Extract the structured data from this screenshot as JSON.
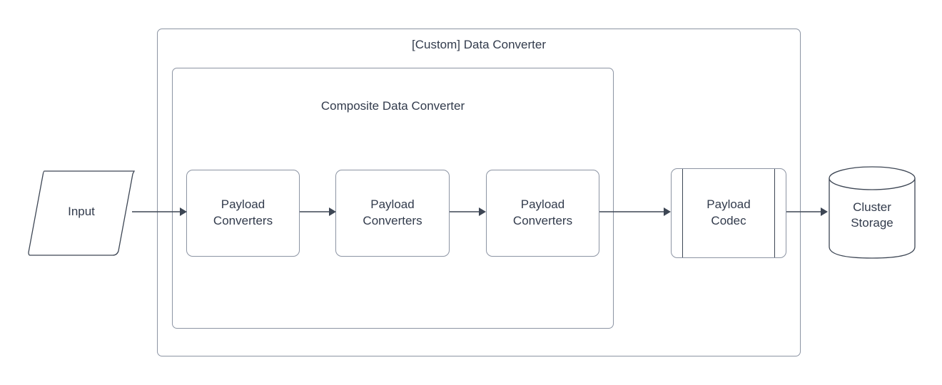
{
  "diagram": {
    "title": "[Custom] Data Converter",
    "background": "#ffffff",
    "stroke_color": "#3d4654",
    "container_stroke_color": "#8c94a3",
    "text_color": "#323b4c",
    "outer_container": {
      "label": "[Custom] Data Converter",
      "name": "custom-data-converter-container"
    },
    "inner_container": {
      "label": "Composite Data Converter",
      "name": "composite-data-converter-container"
    },
    "nodes": {
      "input": {
        "label": "Input",
        "shape": "parallelogram"
      },
      "payload_converters_1": {
        "label": "Payload\nConverters",
        "shape": "rounded-rectangle"
      },
      "payload_converters_2": {
        "label": "Payload\nConverters",
        "shape": "rounded-rectangle"
      },
      "payload_converters_3": {
        "label": "Payload\nConverters",
        "shape": "rounded-rectangle"
      },
      "payload_codec": {
        "label": "Payload\nCodec",
        "shape": "subroutine"
      },
      "cluster_storage": {
        "label": "Cluster\nStorage",
        "shape": "cylinder"
      }
    },
    "edges": [
      {
        "name": "edge-input-to-converter-1",
        "from": "input",
        "to": "payload_converters_1"
      },
      {
        "name": "edge-converter-1-to-2",
        "from": "payload_converters_1",
        "to": "payload_converters_2"
      },
      {
        "name": "edge-converter-2-to-3",
        "from": "payload_converters_2",
        "to": "payload_converters_3"
      },
      {
        "name": "edge-converter-3-to-codec",
        "from": "payload_converters_3",
        "to": "payload_codec"
      },
      {
        "name": "edge-codec-to-storage",
        "from": "payload_codec",
        "to": "cluster_storage"
      }
    ]
  }
}
